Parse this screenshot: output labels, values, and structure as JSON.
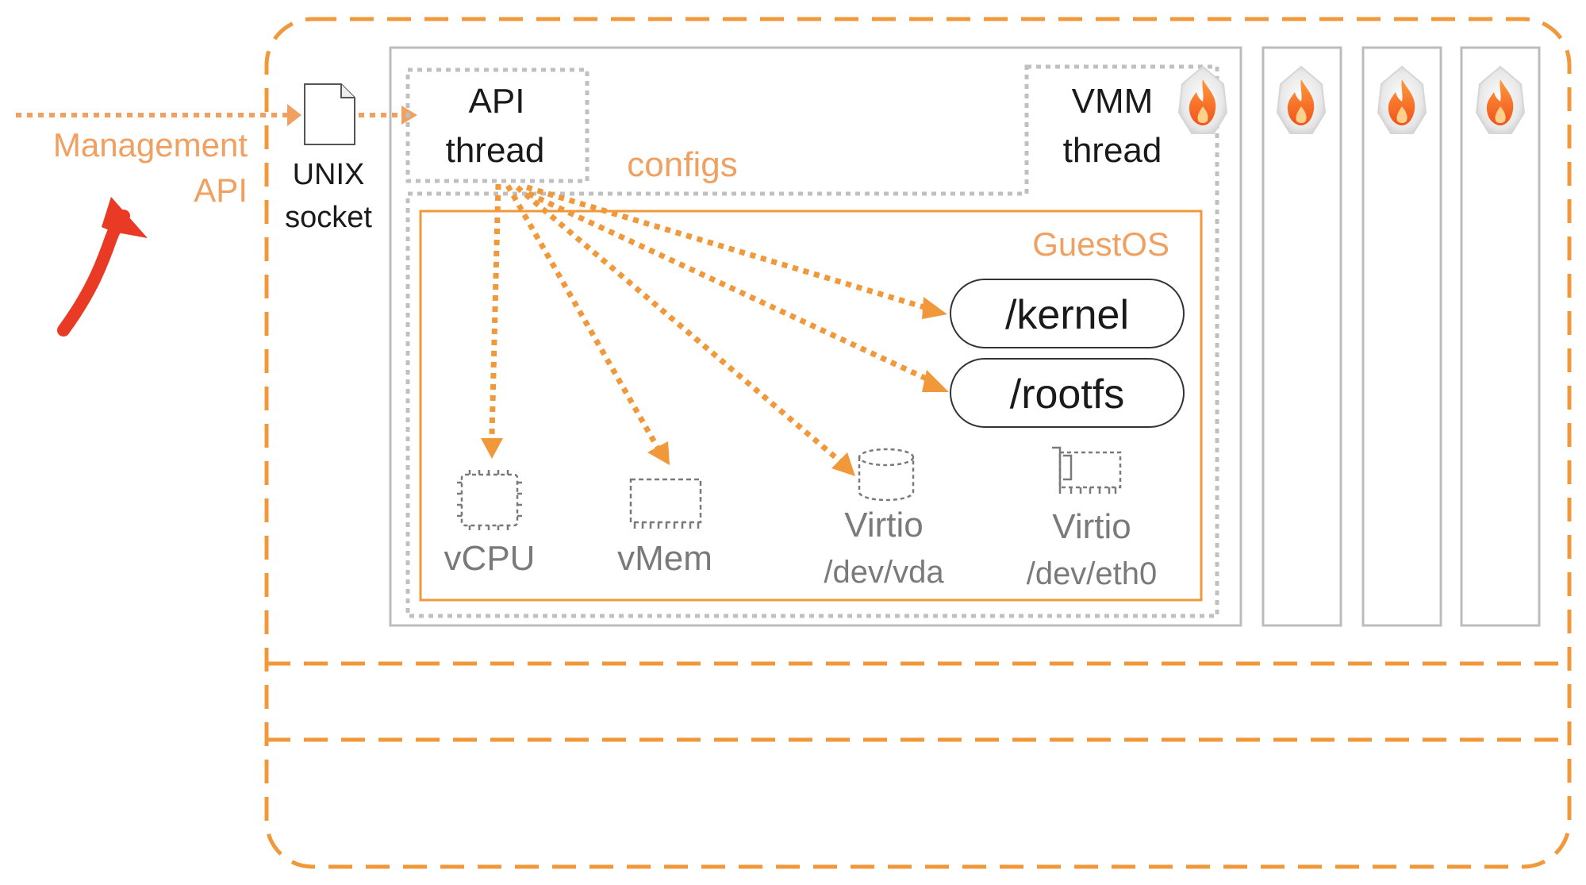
{
  "management_api": {
    "line1": "Management",
    "line2": "API"
  },
  "socket": {
    "line1": "UNIX",
    "line2": "socket",
    "icon": "file-icon"
  },
  "api_thread": {
    "line1": "API",
    "line2": "thread"
  },
  "vmm_thread": {
    "line1": "VMM",
    "line2": "thread"
  },
  "configs_label": "configs",
  "guest_os": {
    "label": "GuestOS",
    "kernel": "/kernel",
    "rootfs": "/rootfs",
    "devices": [
      {
        "name": "vCPU",
        "sub": "",
        "icon": "cpu-chip-icon"
      },
      {
        "name": "vMem",
        "sub": "",
        "icon": "memory-module-icon"
      },
      {
        "name": "Virtio",
        "sub": "/dev/vda",
        "icon": "disk-cylinder-icon"
      },
      {
        "name": "Virtio",
        "sub": "/dev/eth0",
        "icon": "network-card-icon"
      }
    ]
  },
  "firecracker_icon": "firecracker-flame-icon",
  "colors": {
    "accent_orange": "#f0983a",
    "light_orange": "#f0a060",
    "red_arrow": "#e83a24",
    "gray_line": "#bcbcbc",
    "dotted_gray": "#c0c0c0",
    "text_dark": "#1a1a1a",
    "text_gray": "#7a7a7a"
  }
}
